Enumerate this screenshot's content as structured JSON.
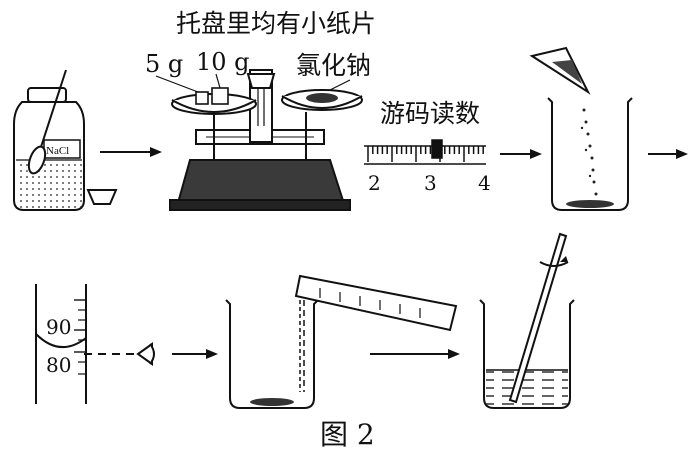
{
  "title_top": "托盘里均有小纸片",
  "weights": {
    "w1": "5 g",
    "w2": "10 g"
  },
  "substance": "氯化钠",
  "jar_label": "NaCl",
  "rider_label": "游码读数",
  "ruler_ticks": [
    "2",
    "3",
    "4"
  ],
  "cylinder_ticks": [
    "90",
    "80"
  ],
  "caption": "图 2"
}
